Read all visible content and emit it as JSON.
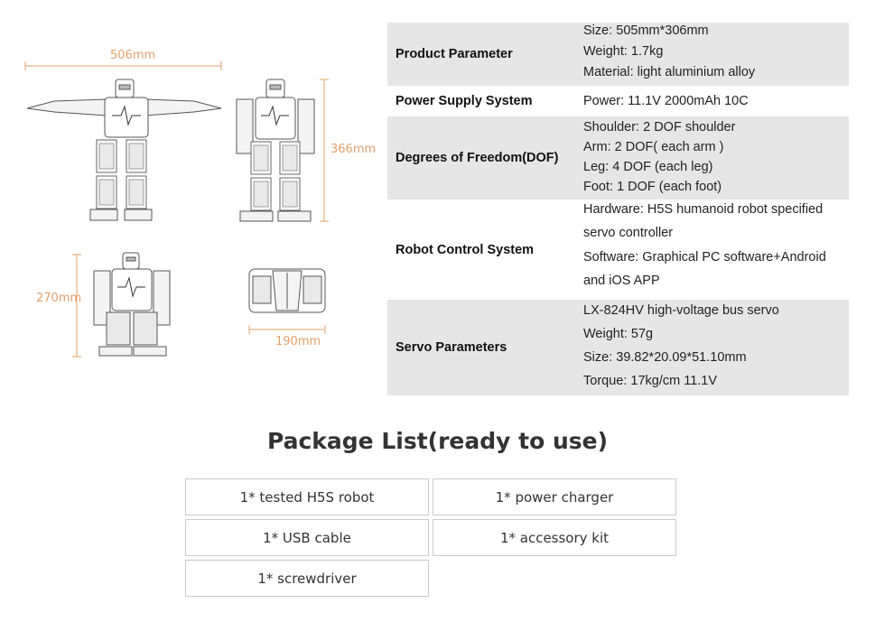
{
  "dimensions": {
    "width_front": "506mm",
    "height_front": "366mm",
    "height_crouch": "270mm",
    "depth_top": "190mm"
  },
  "specs": [
    {
      "label": "Product Parameter",
      "values": [
        "Size: 505mm*306mm",
        "Weight: 1.7kg",
        "Material: light aluminium alloy"
      ]
    },
    {
      "label": "Power Supply System",
      "values": [
        "Power: 11.1V  2000mAh 10C"
      ]
    },
    {
      "label": "Degrees of Freedom(DOF)",
      "values": [
        "Shoulder: 2 DOF shoulder",
        "Arm: 2 DOF( each arm )",
        "Leg: 4 DOF (each leg)",
        "Foot: 1 DOF (each foot)"
      ]
    },
    {
      "label": "Robot Control System",
      "values": [
        "Hardware: H5S humanoid robot specified",
        "servo controller",
        "Software: Graphical PC software+Android",
        "and iOS APP"
      ]
    },
    {
      "label": "Servo Parameters",
      "values": [
        "LX-824HV high-voltage bus servo",
        "Weight: 57g",
        "Size: 39.82*20.09*51.10mm",
        "Torque: 17kg/cm 11.1V"
      ]
    }
  ],
  "package": {
    "title": "Package List(ready to use)",
    "items": [
      "1* tested H5S robot",
      "1* power charger",
      "1* USB cable",
      "1* accessory kit",
      "1* screwdriver"
    ]
  }
}
